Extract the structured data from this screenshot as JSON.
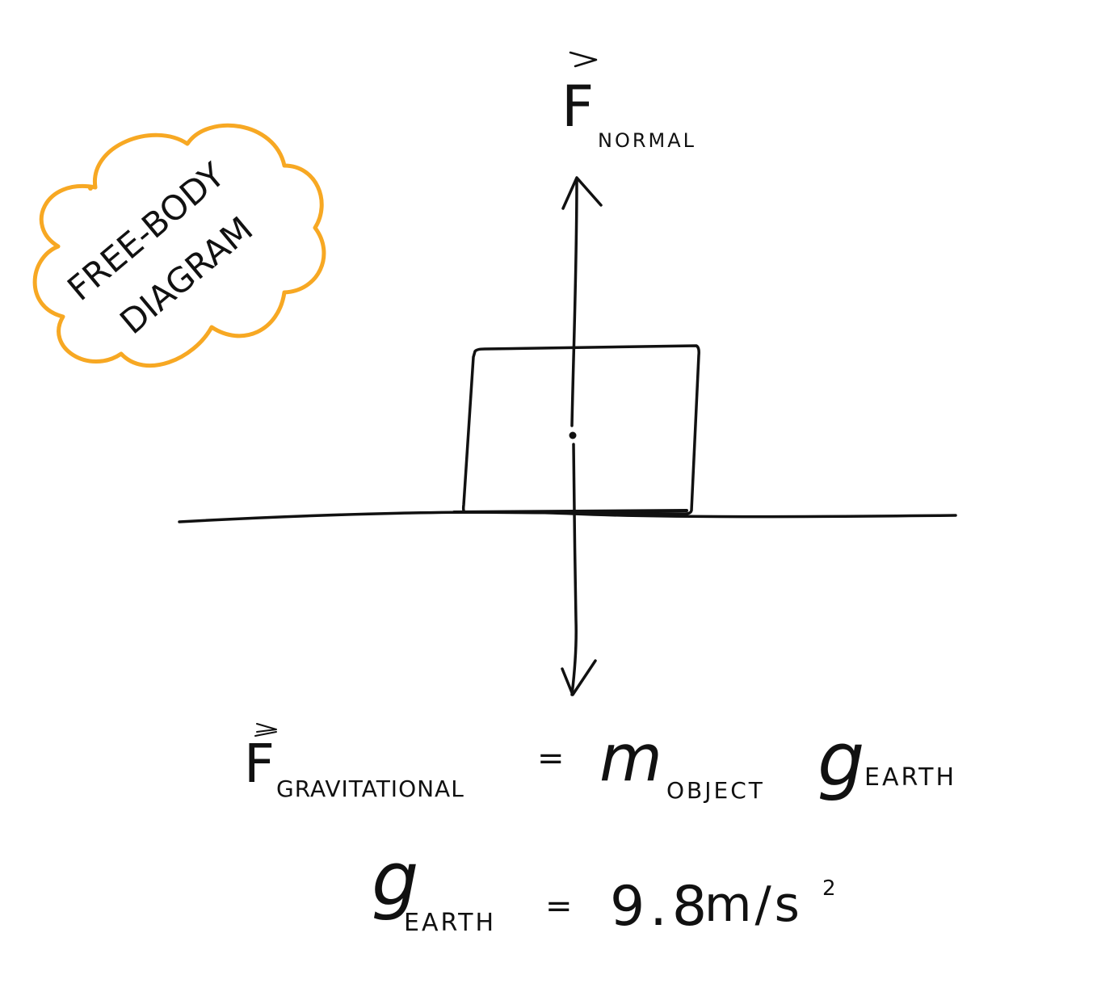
{
  "badge": {
    "line1": "FREE-BODY",
    "line2": "DIAGRAM",
    "outline_color": "#F7A823"
  },
  "normal_force": {
    "symbol": "F",
    "subscript": "NORMAL"
  },
  "gravity_equation": {
    "lhs_symbol": "F",
    "lhs_subscript": "GRAVITATIONAL",
    "equals": "=",
    "mass_symbol": "m",
    "mass_subscript": "OBJECT",
    "g_symbol": "g",
    "g_subscript": "EARTH"
  },
  "g_value_equation": {
    "g_symbol": "g",
    "g_subscript": "EARTH",
    "equals": "=",
    "value": "9.8",
    "unit_base": "m/s",
    "unit_exponent": "2"
  },
  "colors": {
    "ink": "#111111",
    "accent": "#F7A823",
    "background": "#FFFFFF"
  }
}
